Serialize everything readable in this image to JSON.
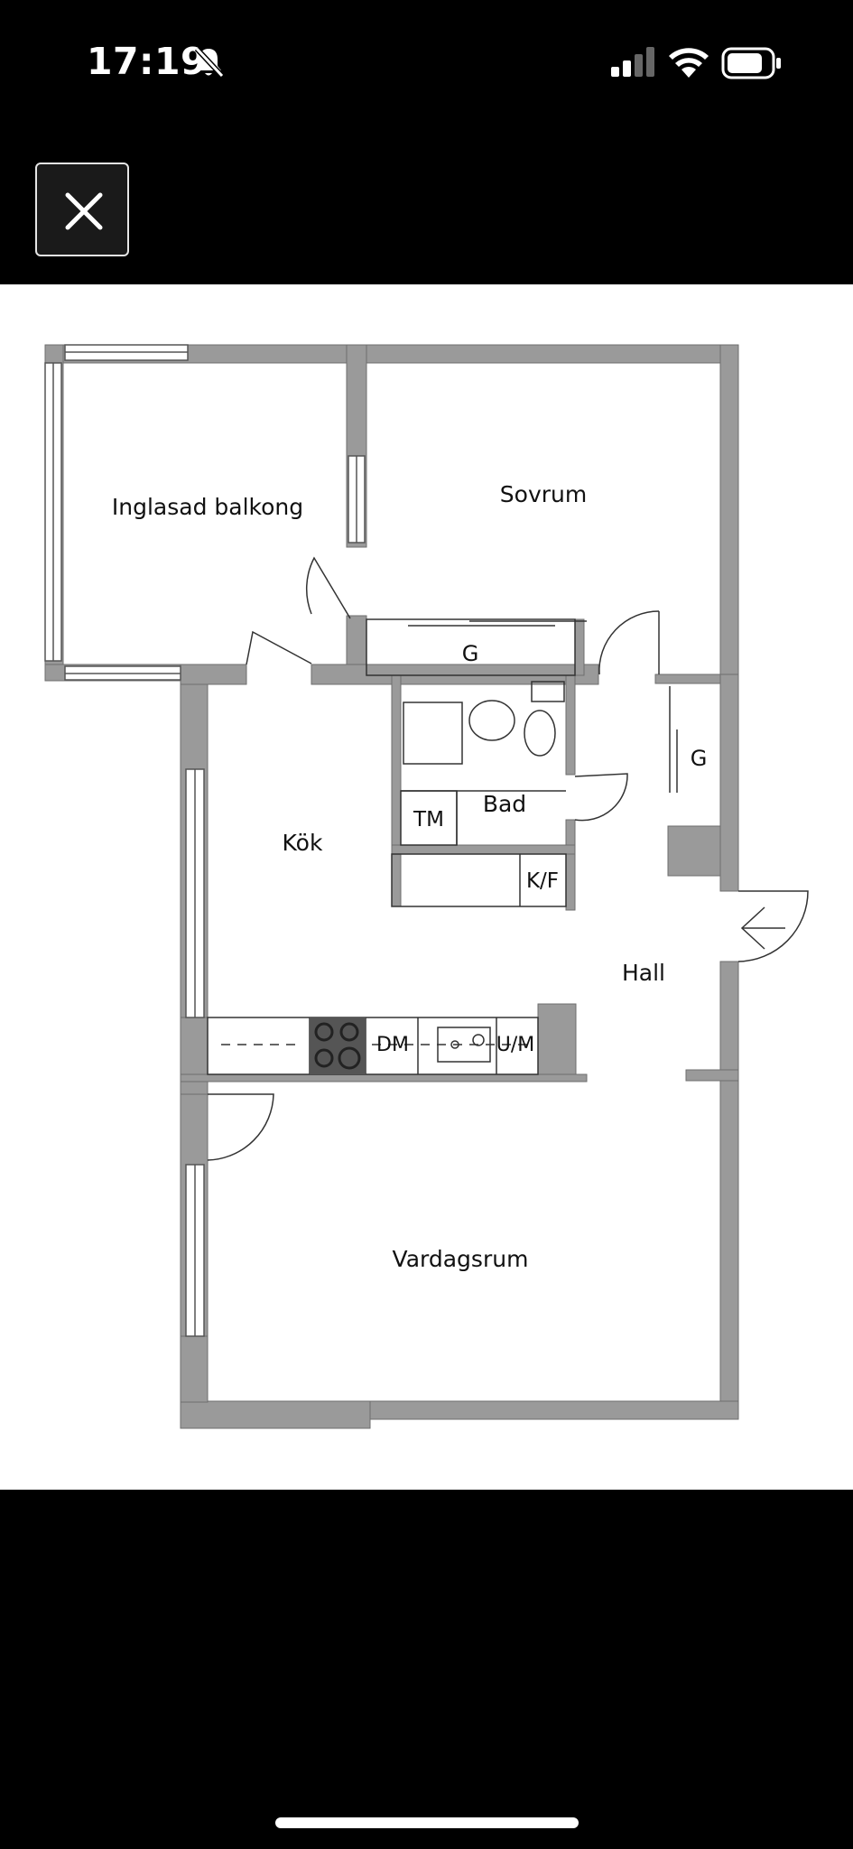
{
  "status_bar": {
    "time": "17:19",
    "silent_icon": "bell-slash-icon",
    "signal_icon": "cellular-signal-icon",
    "wifi_icon": "wifi-icon",
    "battery_icon": "battery-icon"
  },
  "viewer": {
    "close_icon": "close-icon"
  },
  "floor_plan": {
    "rooms": {
      "balcony": "Inglasad balkong",
      "bedroom": "Sovrum",
      "bedroom_wardrobe": "G",
      "kitchen": "Kök",
      "bathroom": "Bad",
      "washing_machine": "TM",
      "hall": "Hall",
      "hall_wardrobe": "G",
      "fridge_freezer": "K/F",
      "dishwasher": "DM",
      "microwave": "U/M",
      "living_room": "Vardagsrum"
    },
    "colors": {
      "wall": "#9a9a9a",
      "wall_stroke": "#6e6e6e",
      "background": "#ffffff"
    }
  }
}
